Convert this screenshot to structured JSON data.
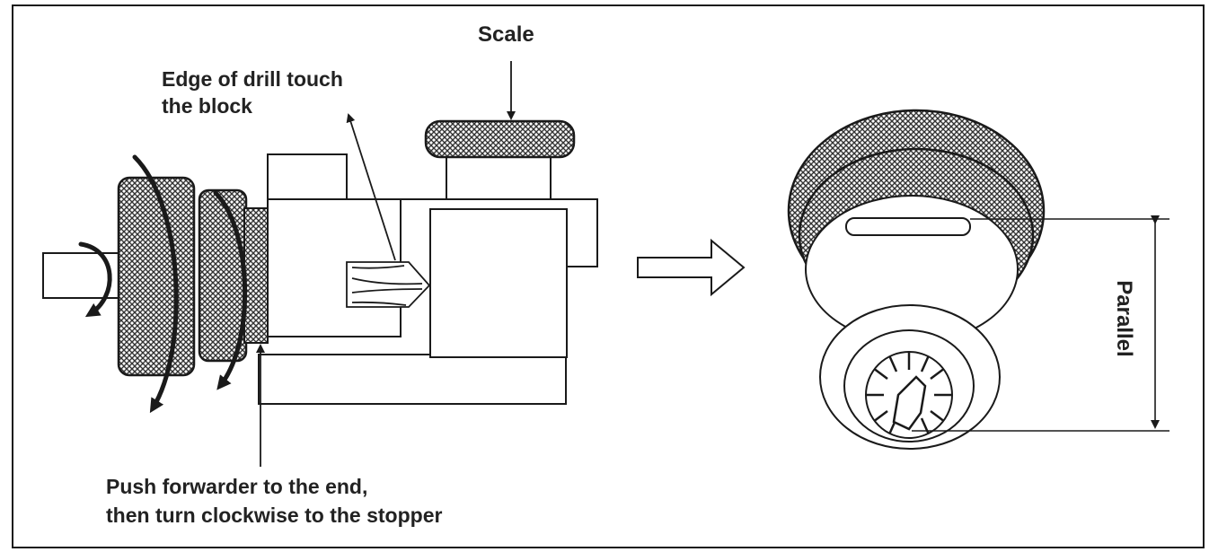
{
  "labels": {
    "scale": "Scale",
    "edge_line1": "Edge of drill touch",
    "edge_line2": "the block",
    "push_line1": "Push forwarder to the end,",
    "push_line2": "then turn clockwise to the stopper",
    "parallel": "Parallel"
  },
  "colors": {
    "line": "#1a1a1a",
    "knurl": "#333333",
    "background": "#ffffff"
  },
  "icons": {
    "rotate_arrows": "rotate-clockwise-icon",
    "direction_arrow": "hollow-right-arrow-icon"
  }
}
